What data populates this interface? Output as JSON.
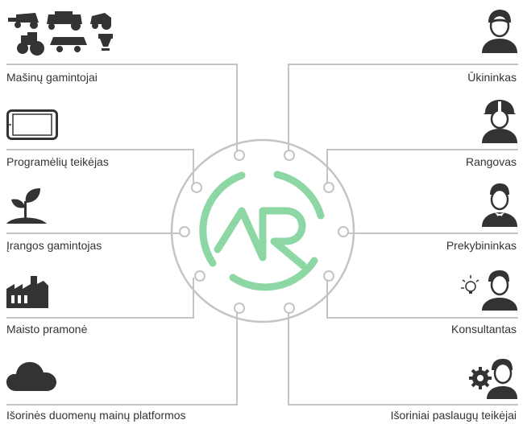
{
  "left_items": [
    {
      "label": "Mašinų gamintojai",
      "icon": "machinery-icon"
    },
    {
      "label": "Programėlių teikėjas",
      "icon": "tablet-icon"
    },
    {
      "label": "Įrangos gamintojas",
      "icon": "sprout-icon"
    },
    {
      "label": "Maisto pramonė",
      "icon": "factory-icon"
    },
    {
      "label": "Išorinės duomenų mainų platformos",
      "icon": "cloud-icon"
    }
  ],
  "right_items": [
    {
      "label": "Ūkininkas",
      "icon": "farmer-icon"
    },
    {
      "label": "Rangovas",
      "icon": "contractor-helmet-icon"
    },
    {
      "label": "Prekybininkas",
      "icon": "trader-suit-icon"
    },
    {
      "label": "Konsultantas",
      "icon": "consultant-idea-icon"
    },
    {
      "label": "Išoriniai paslaugų teikėjai",
      "icon": "service-gear-icon"
    }
  ],
  "center_logo": {
    "icon": "agrirouter-logo",
    "colors": {
      "logo": "#8dd7a5",
      "ring": "#c4c4c4",
      "lines": "#c4c4c4"
    }
  }
}
